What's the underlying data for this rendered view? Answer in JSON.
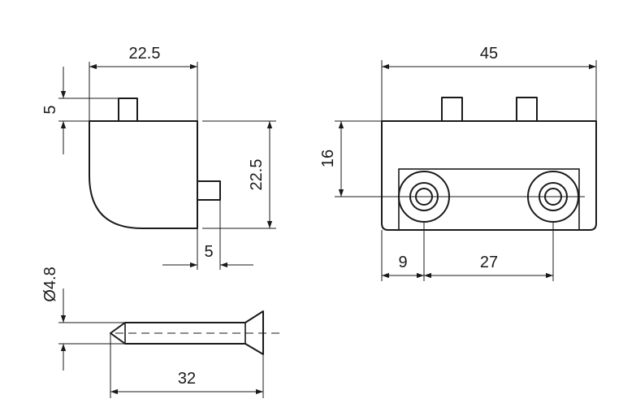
{
  "dimensions": {
    "side_width": "22.5",
    "pin_height": "5",
    "side_height": "22.5",
    "side_pin_offset": "5",
    "front_width": "45",
    "front_height": "16",
    "hole_edge_offset": "9",
    "hole_spacing": "27",
    "pin_diameter": "Ø4.8",
    "pin_length": "32"
  },
  "colors": {
    "line": "#1a1a1a",
    "background": "#ffffff"
  }
}
